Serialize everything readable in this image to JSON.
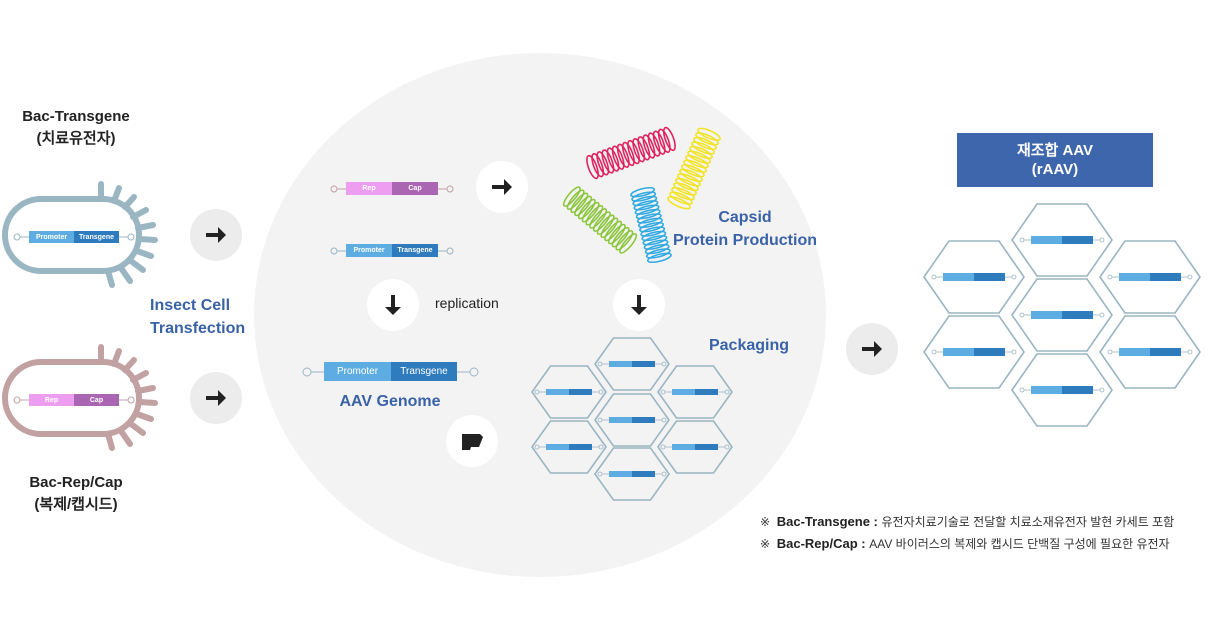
{
  "left": {
    "transgene_title": "Bac-Transgene",
    "transgene_subtitle": "(치료유전자)",
    "repcap_title": "Bac-Rep/Cap",
    "repcap_subtitle": "(복제/캡시드)",
    "transfection_line1": "Insect Cell",
    "transfection_line2": "Transfection"
  },
  "genes": {
    "promoter": "Promoter",
    "transgene": "Transgene",
    "rep": "Rep",
    "cap": "Cap"
  },
  "center": {
    "replication": "replication",
    "aav_genome": "AAV Genome",
    "capsid_line1": "Capsid",
    "capsid_line2": "Protein Production",
    "packaging": "Packaging"
  },
  "right": {
    "title_line1": "재조합 AAV",
    "title_line2": "(rAAV)"
  },
  "notes": [
    {
      "symbol": "※",
      "term": "Bac-Transgene",
      "sep": " : ",
      "desc": "유전자치료기술로 전달할 치료소재유전자 발현 카세트 포함"
    },
    {
      "symbol": "※",
      "term": "Bac-Rep/Cap",
      "sep": " : ",
      "desc": "AAV 바이러스의 복제와 캡시드 단백질 구성에 필요한 유전자"
    }
  ],
  "colors": {
    "promoter": "#5dade2",
    "transgene": "#2e7bbd",
    "rep": "#ee9ef0",
    "cap": "#ab66b3",
    "bac_transgene_cell": "#9bb6c3",
    "bac_repcap_cell": "#c2a1a3",
    "hexagon": "#9ab5c2",
    "accent_blue": "#3a62a7",
    "helix_red": "#e0235f",
    "helix_yellow": "#f2e424",
    "helix_green": "#8cc63f",
    "helix_cyan": "#31a9e1"
  },
  "icons": {
    "arrow_right": "arrow-right-icon",
    "arrow_down": "arrow-down-icon"
  }
}
